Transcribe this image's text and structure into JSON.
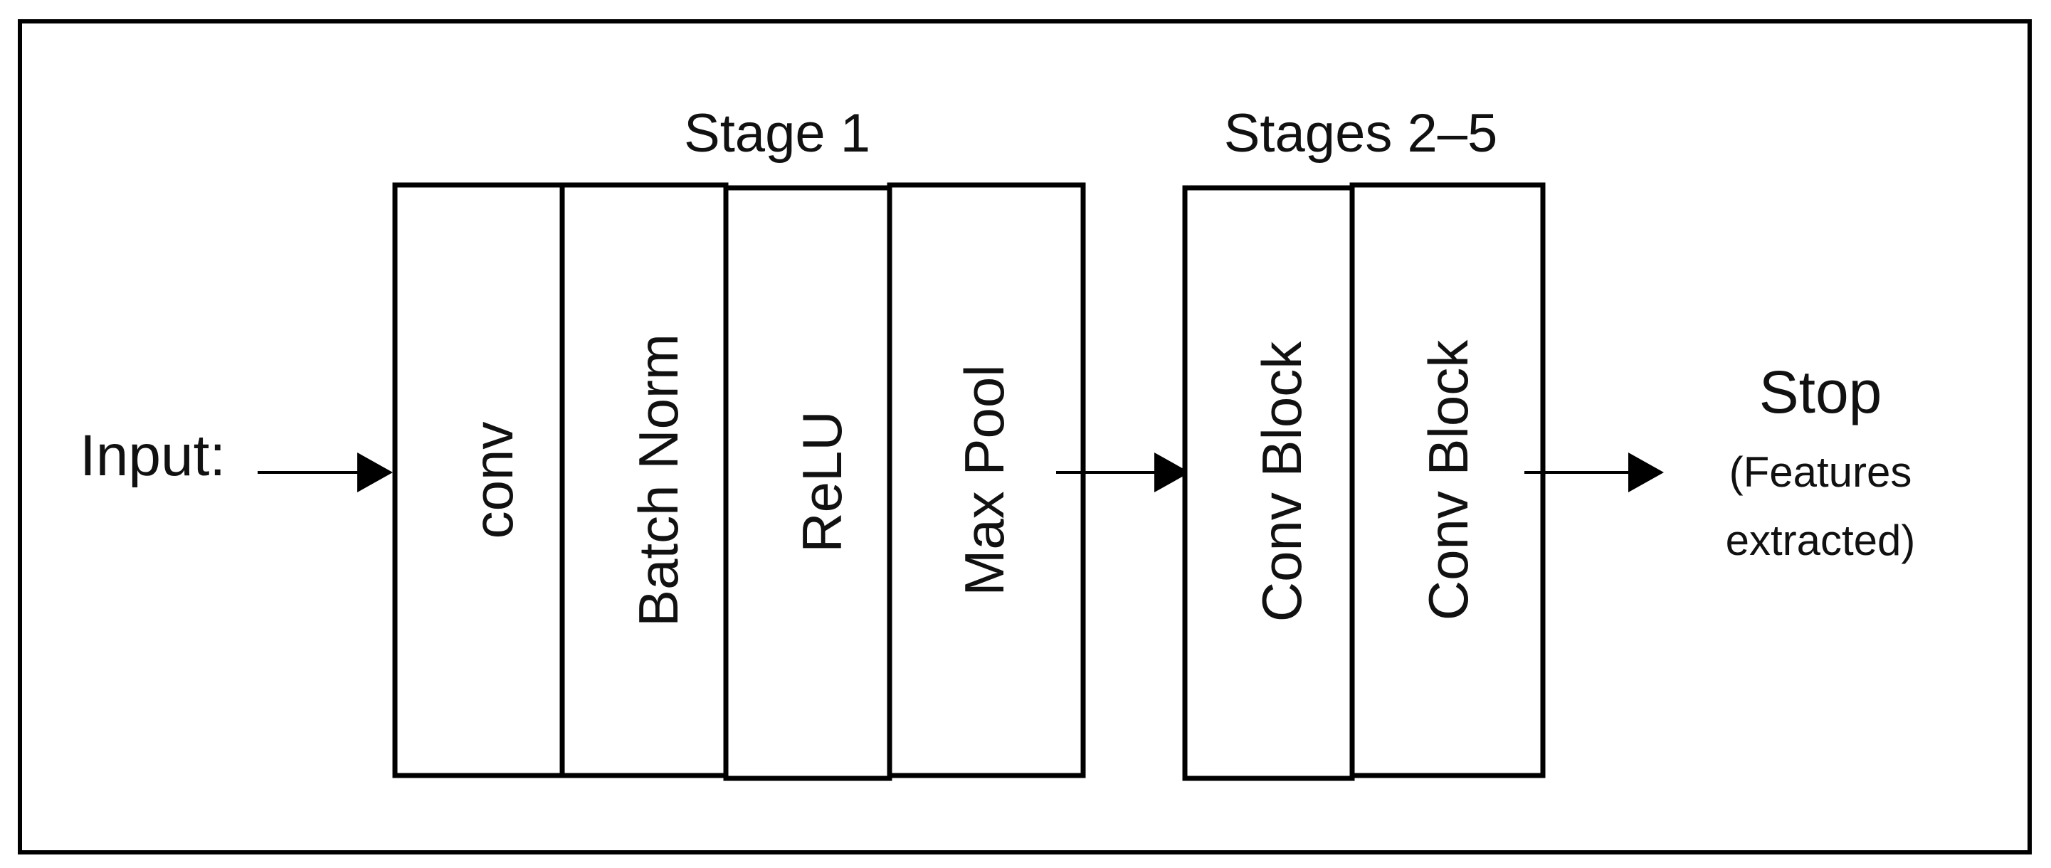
{
  "diagram": {
    "input_label": "Input:",
    "stage1": {
      "title": "Stage 1",
      "blocks": [
        "conv",
        "Batch Norm",
        "ReLU",
        "Max Pool"
      ]
    },
    "stages2_5": {
      "title": "Stages 2–5",
      "blocks": [
        "Conv Block",
        "Conv Block"
      ]
    },
    "output": {
      "title": "Stop",
      "subtitle_line1": "(Features",
      "subtitle_line2": "extracted)"
    },
    "colors": {
      "stroke": "#000000",
      "text": "#111111",
      "background": "#ffffff"
    }
  }
}
